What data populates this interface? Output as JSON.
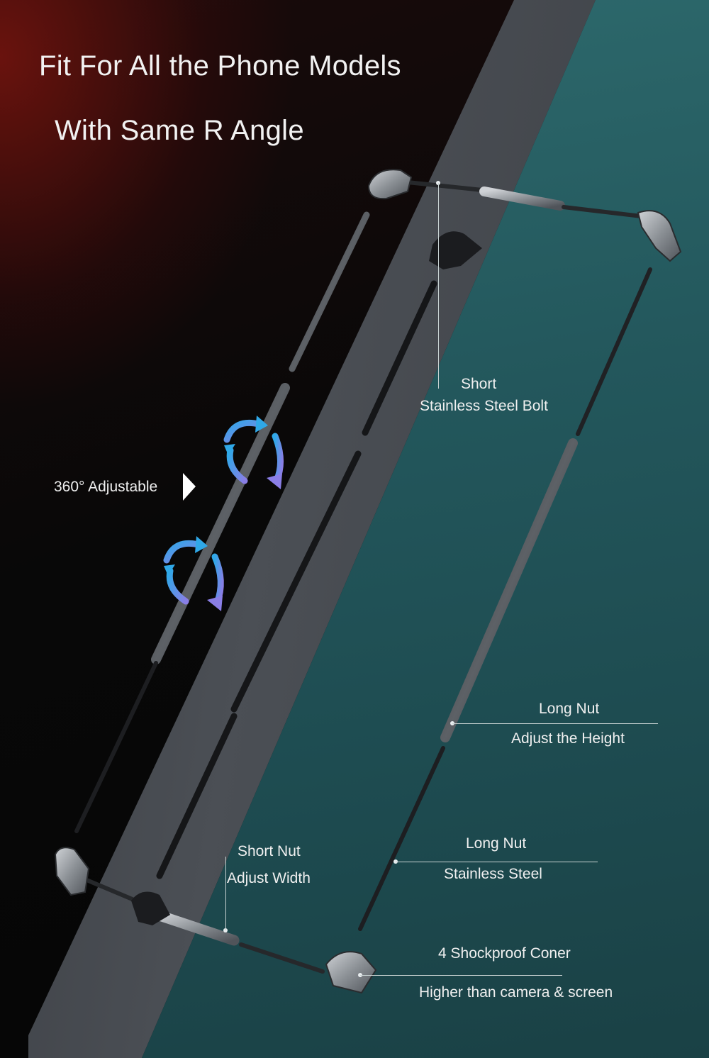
{
  "headline": {
    "line1": "Fit For All the Phone Models",
    "line2": "With Same R Angle"
  },
  "labels": {
    "adjustable": "360° Adjustable",
    "short_bolt_line1": "Short",
    "short_bolt_line2": "Stainless Steel Bolt",
    "long_nut_height_line1": "Long Nut",
    "long_nut_height_line2": "Adjust the Height",
    "short_nut_line1": "Short Nut",
    "short_nut_line2": "Adjust Width",
    "long_nut_steel_line1": "Long Nut",
    "long_nut_steel_line2": "Stainless Steel",
    "corner_line1": "4 Shockproof Coner",
    "corner_line2": "Higher than camera & screen"
  },
  "colors": {
    "panel_teal": "#23575c",
    "body_gray": "#4b4f55",
    "arrow_blue": "#2fa8e8",
    "arrow_violet": "#8a7ee6"
  },
  "icons": [
    "rotate-arrow-icon",
    "play-triangle-icon"
  ]
}
